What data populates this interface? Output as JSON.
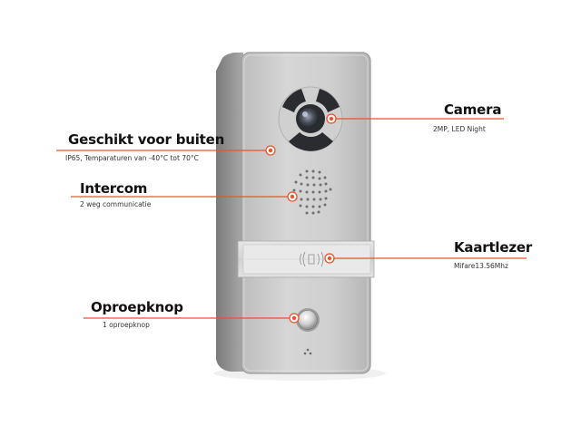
{
  "accent_color": "#e8542c",
  "device": {
    "panel_color": "#c9c9c9",
    "frame_color": "#8f8f8f"
  },
  "callouts": {
    "camera": {
      "title": "Camera",
      "subtitle": "2MP, LED Night"
    },
    "outdoor": {
      "title": "Geschikt voor buiten",
      "subtitle": "IP65, Temparaturen van -40°C tot 70°C"
    },
    "intercom": {
      "title": "Intercom",
      "subtitle": "2 weg communicatie"
    },
    "card_reader": {
      "title": "Kaartlezer",
      "subtitle": "Mifare13.56Mhz"
    },
    "call_button": {
      "title": "Oproepknop",
      "subtitle": "1 oproepknop"
    }
  }
}
